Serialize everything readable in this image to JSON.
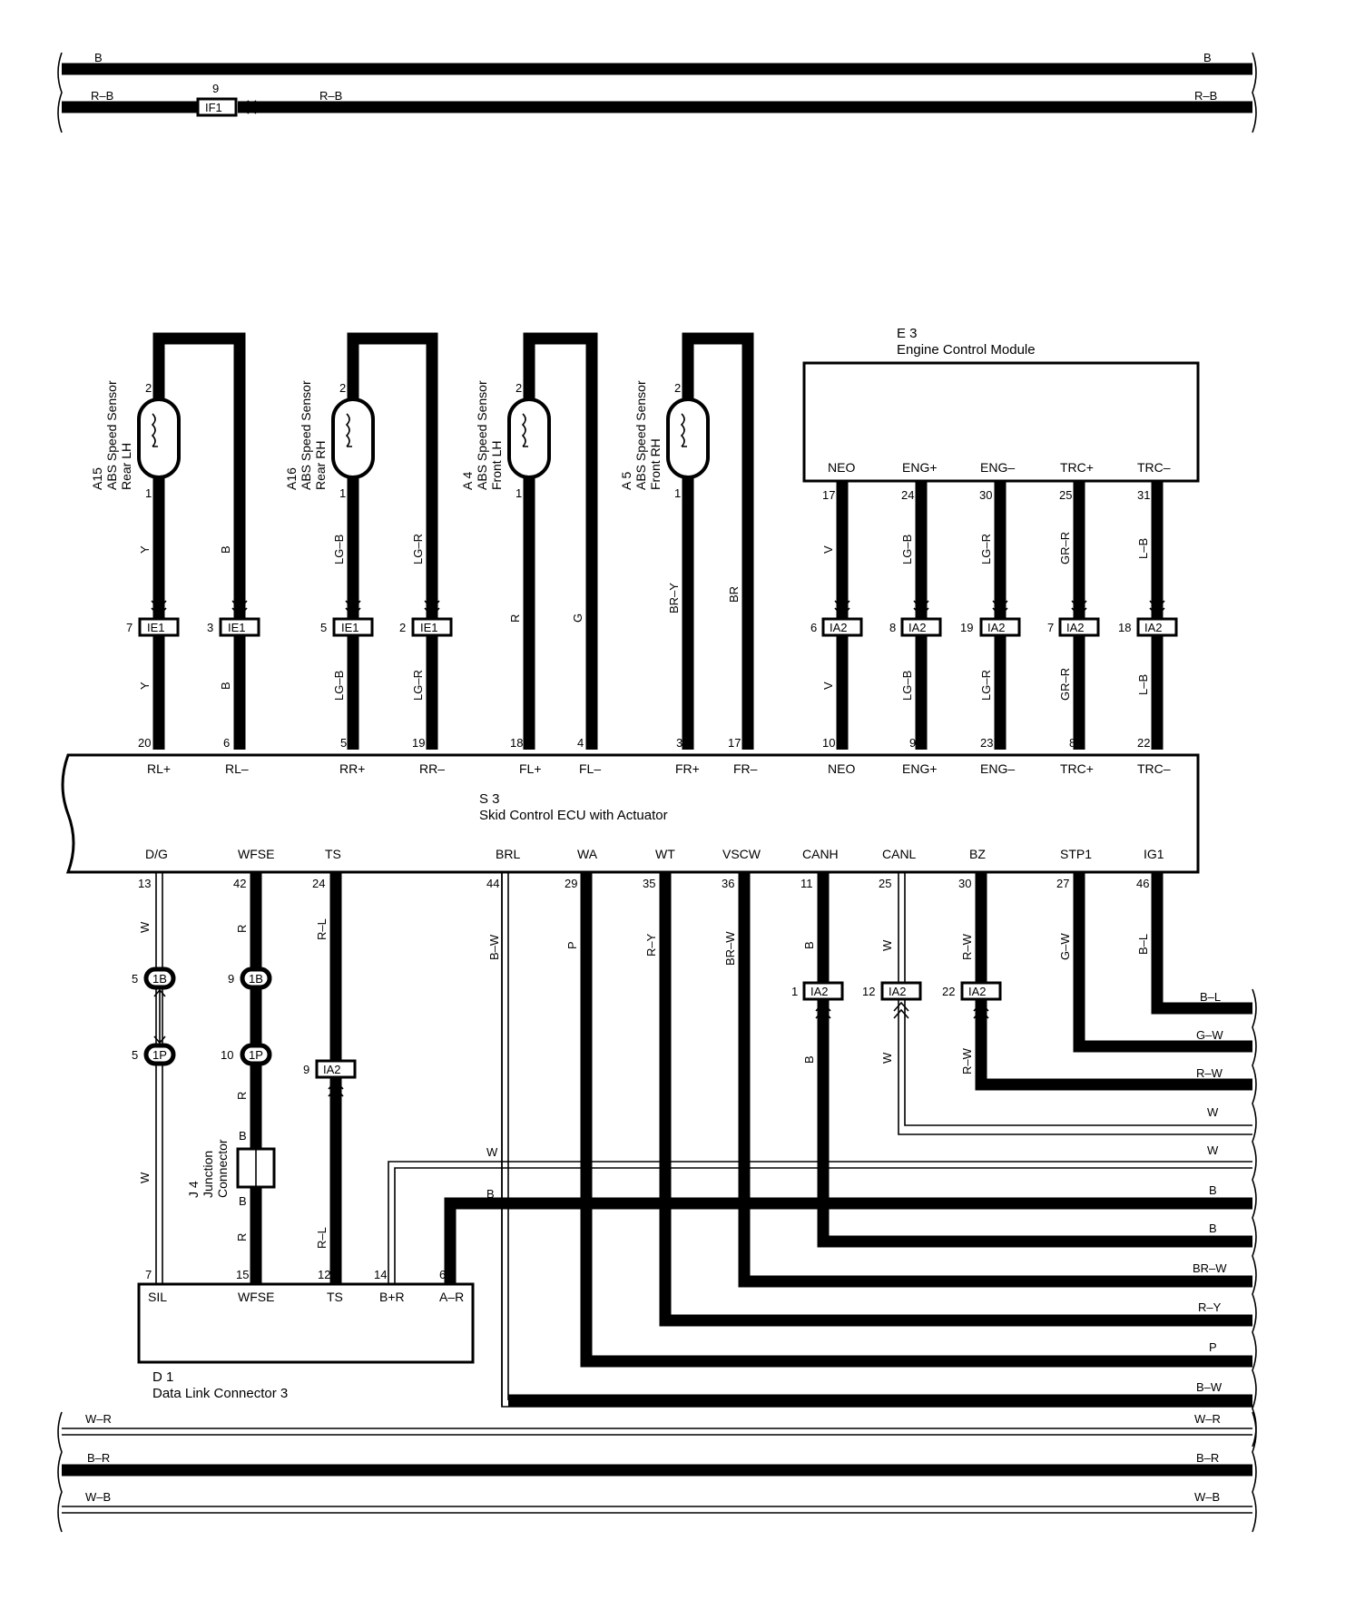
{
  "colors": {
    "wire": "#000000",
    "background": "#ffffff"
  },
  "top_bus": {
    "wire_b_left": "B",
    "wire_b_right": "B",
    "wire_rb_left": "R–B",
    "wire_rb_mid": "R–B",
    "wire_rb_right": "R–B",
    "connector_label": "IF1",
    "connector_pin": "9"
  },
  "sensors": [
    {
      "code": "A15",
      "name": "ABS Speed Sensor",
      "pos": "Rear LH",
      "pin_top": "2",
      "pin_bottom": "1",
      "wire_left": "Y",
      "wire_right": "B"
    },
    {
      "code": "A16",
      "name": "ABS Speed Sensor",
      "pos": "Rear RH",
      "pin_top": "2",
      "pin_bottom": "1",
      "wire_left": "LG–B",
      "wire_right": "LG–R"
    },
    {
      "code": "A 4",
      "name": "ABS Speed Sensor",
      "pos": "Front LH",
      "pin_top": "2",
      "pin_bottom": "1",
      "wire_left": "R",
      "wire_right": "G"
    },
    {
      "code": "A 5",
      "name": "ABS Speed Sensor",
      "pos": "Front RH",
      "pin_top": "2",
      "pin_bottom": "1",
      "wire_left": "BR–Y",
      "wire_right": "BR"
    }
  ],
  "sensor_connectors": [
    {
      "pin": "7",
      "label": "IE1",
      "wire_below": "Y"
    },
    {
      "pin": "3",
      "label": "IE1",
      "wire_below": "B"
    },
    {
      "pin": "5",
      "label": "IE1",
      "wire_below": "LG–B"
    },
    {
      "pin": "2",
      "label": "IE1",
      "wire_below": "LG–R"
    }
  ],
  "ecm": {
    "code": "E 3",
    "name": "Engine Control Module",
    "terminals": [
      {
        "name": "NEO",
        "pin": "17",
        "wire": "V",
        "conn_pin": "6",
        "conn": "IA2",
        "wire_below": "V"
      },
      {
        "name": "ENG+",
        "pin": "24",
        "wire": "LG–B",
        "conn_pin": "8",
        "conn": "IA2",
        "wire_below": "LG–B"
      },
      {
        "name": "ENG–",
        "pin": "30",
        "wire": "LG–R",
        "conn_pin": "19",
        "conn": "IA2",
        "wire_below": "LG–R"
      },
      {
        "name": "TRC+",
        "pin": "25",
        "wire": "GR–R",
        "conn_pin": "7",
        "conn": "IA2",
        "wire_below": "GR–R"
      },
      {
        "name": "TRC–",
        "pin": "31",
        "wire": "L–B",
        "conn_pin": "18",
        "conn": "IA2",
        "wire_below": "L–B"
      }
    ]
  },
  "ecu": {
    "code": "S 3",
    "name": "Skid Control ECU with Actuator",
    "top_terminals": [
      {
        "name": "RL+",
        "pin": "20"
      },
      {
        "name": "RL–",
        "pin": "6"
      },
      {
        "name": "RR+",
        "pin": "5"
      },
      {
        "name": "RR–",
        "pin": "19"
      },
      {
        "name": "FL+",
        "pin": "18"
      },
      {
        "name": "FL–",
        "pin": "4"
      },
      {
        "name": "FR+",
        "pin": "3"
      },
      {
        "name": "FR–",
        "pin": "17"
      },
      {
        "name": "NEO",
        "pin": "10"
      },
      {
        "name": "ENG+",
        "pin": "9"
      },
      {
        "name": "ENG–",
        "pin": "23"
      },
      {
        "name": "TRC+",
        "pin": "8"
      },
      {
        "name": "TRC–",
        "pin": "22"
      }
    ],
    "bottom_terminals": [
      {
        "name": "D/G",
        "pin": "13",
        "wire": "W"
      },
      {
        "name": "WFSE",
        "pin": "42",
        "wire": "R"
      },
      {
        "name": "TS",
        "pin": "24",
        "wire": "R–L"
      },
      {
        "name": "BRL",
        "pin": "44",
        "wire": "B–W"
      },
      {
        "name": "WA",
        "pin": "29",
        "wire": "P"
      },
      {
        "name": "WT",
        "pin": "35",
        "wire": "R–Y"
      },
      {
        "name": "VSCW",
        "pin": "36",
        "wire": "BR–W"
      },
      {
        "name": "CANH",
        "pin": "11",
        "wire": "B"
      },
      {
        "name": "CANL",
        "pin": "25",
        "wire": "W"
      },
      {
        "name": "BZ",
        "pin": "30",
        "wire": "R–W"
      },
      {
        "name": "STP1",
        "pin": "27",
        "wire": "G–W"
      },
      {
        "name": "IG1",
        "pin": "46",
        "wire": "B–L"
      }
    ]
  },
  "lower_connectors": {
    "dg_1b": {
      "pin": "5",
      "label": "1B"
    },
    "dg_1p": {
      "pin": "5",
      "label": "1P"
    },
    "wfse_1b": {
      "pin": "9",
      "label": "1B"
    },
    "wfse_1p": {
      "pin": "10",
      "label": "1P"
    },
    "ts_ia2": {
      "pin": "9",
      "label": "IA2"
    },
    "canh_ia2": {
      "pin": "1",
      "label": "IA2"
    },
    "canl_ia2": {
      "pin": "12",
      "label": "IA2"
    },
    "bz_ia2": {
      "pin": "22",
      "label": "IA2"
    },
    "dg_wire_low": "W",
    "wfse_wire_mid": "R",
    "wfse_wire_low": "R",
    "ts_wire_low": "R–L",
    "canh_wire_low": "B",
    "canl_wire_low": "W",
    "bz_wire_low": "R–W"
  },
  "junction": {
    "code": "J 4",
    "name1": "Junction",
    "name2": "Connector",
    "top": "B",
    "bottom": "B"
  },
  "dlc": {
    "code": "D 1",
    "name": "Data Link Connector 3",
    "terminals": [
      {
        "name": "SIL",
        "pin": "7"
      },
      {
        "name": "WFSE",
        "pin": "15"
      },
      {
        "name": "TS",
        "pin": "12"
      },
      {
        "name": "B+R",
        "pin": "14"
      },
      {
        "name": "A–R",
        "pin": "6"
      }
    ],
    "w_wire": "W",
    "b_wire": "B"
  },
  "right_wires": [
    "B–L",
    "G–W",
    "R–W",
    "W",
    "W",
    "B",
    "B",
    "BR–W",
    "R–Y",
    "P",
    "B–W"
  ],
  "bottom_bus": [
    "W–R",
    "B–R",
    "W–B"
  ]
}
